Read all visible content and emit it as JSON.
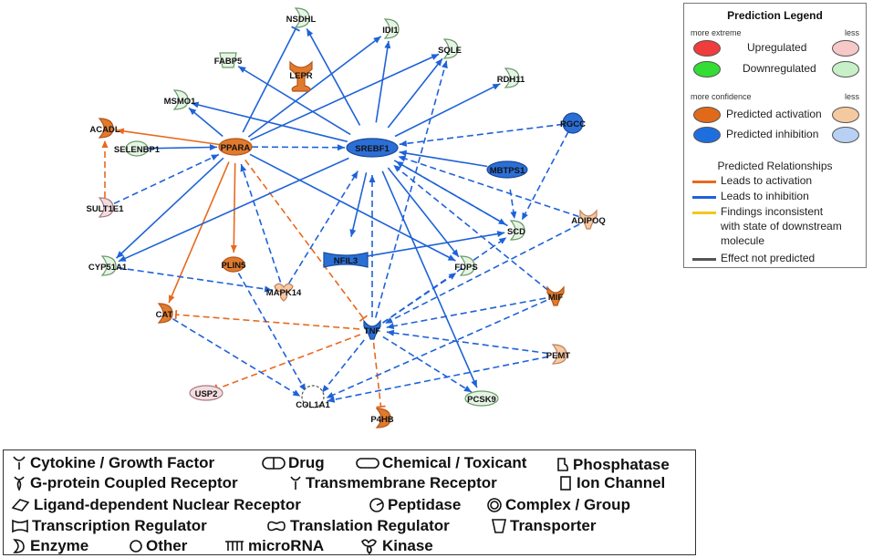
{
  "colors": {
    "activation": "#e8691e",
    "inhibition": "#1e62d8",
    "orange_fill": "#e07b2e",
    "blue_fill": "#2b6fd6",
    "green_fill": "#e6f4e6",
    "pink_fill": "#f4dde0",
    "light_orange_fill": "#f5c9a5"
  },
  "network": {
    "nodes": [
      {
        "id": "NSDHL",
        "label": "NSDHL",
        "shape": "enzyme",
        "fill": "green"
      },
      {
        "id": "IDI1",
        "label": "IDI1",
        "shape": "enzyme",
        "fill": "green"
      },
      {
        "id": "FABP5",
        "label": "FABP5",
        "shape": "transporter",
        "fill": "green"
      },
      {
        "id": "LEPR",
        "label": "LEPR",
        "shape": "receptor",
        "fill": "orange"
      },
      {
        "id": "SQLE",
        "label": "SQLE",
        "shape": "enzyme",
        "fill": "green"
      },
      {
        "id": "RDH11",
        "label": "RDH11",
        "shape": "enzyme",
        "fill": "green"
      },
      {
        "id": "MSMO1",
        "label": "MSMO1",
        "shape": "enzyme",
        "fill": "green"
      },
      {
        "id": "ACADL",
        "label": "ACADL",
        "shape": "enzyme",
        "fill": "orange"
      },
      {
        "id": "RGCC",
        "label": "RGCC",
        "shape": "other",
        "fill": "blue"
      },
      {
        "id": "PPARA",
        "label": "PPARA",
        "shape": "nuclear-receptor",
        "fill": "orange"
      },
      {
        "id": "SELENBP1",
        "label": "SELENBP1",
        "shape": "other",
        "fill": "green"
      },
      {
        "id": "SREBF1",
        "label": "SREBF1",
        "shape": "transcription-regulator",
        "fill": "blue"
      },
      {
        "id": "MBTPS1",
        "label": "MBTPS1",
        "shape": "peptidase",
        "fill": "blue"
      },
      {
        "id": "SULT1E1",
        "label": "SULT1E1",
        "shape": "enzyme",
        "fill": "pink"
      },
      {
        "id": "SCD",
        "label": "SCD",
        "shape": "enzyme",
        "fill": "green"
      },
      {
        "id": "ADIPOQ",
        "label": "ADIPOQ",
        "shape": "cytokine",
        "fill": "lightorange"
      },
      {
        "id": "CYP51A1",
        "label": "CYP51A1",
        "shape": "enzyme",
        "fill": "green"
      },
      {
        "id": "PLIN5",
        "label": "PLIN5",
        "shape": "other",
        "fill": "orange"
      },
      {
        "id": "NFIL3",
        "label": "NFIL3",
        "shape": "transcription-regulator",
        "fill": "blue"
      },
      {
        "id": "FDPS",
        "label": "FDPS",
        "shape": "enzyme",
        "fill": "green"
      },
      {
        "id": "MAPK14",
        "label": "MAPK14",
        "shape": "kinase",
        "fill": "lightorange"
      },
      {
        "id": "MIF",
        "label": "MIF",
        "shape": "cytokine",
        "fill": "orange"
      },
      {
        "id": "CAT",
        "label": "CAT",
        "shape": "enzyme",
        "fill": "orange"
      },
      {
        "id": "TNF",
        "label": "TNF",
        "shape": "cytokine",
        "fill": "blue"
      },
      {
        "id": "PEMT",
        "label": "PEMT",
        "shape": "enzyme",
        "fill": "lightorange"
      },
      {
        "id": "USP2",
        "label": "USP2",
        "shape": "peptidase",
        "fill": "pink"
      },
      {
        "id": "COL1A1",
        "label": "COL1A1",
        "shape": "other",
        "fill": "green"
      },
      {
        "id": "PCSK9",
        "label": "PCSK9",
        "shape": "peptidase",
        "fill": "green"
      },
      {
        "id": "P4HB",
        "label": "P4HB",
        "shape": "enzyme",
        "fill": "orange"
      }
    ],
    "edges": [
      {
        "from": "PPARA",
        "to": "NSDHL",
        "color": "blue",
        "dash": false,
        "head": "bar"
      },
      {
        "from": "PPARA",
        "to": "IDI1",
        "color": "blue",
        "dash": false,
        "head": "arrow"
      },
      {
        "from": "PPARA",
        "to": "SQLE",
        "color": "blue",
        "dash": false,
        "head": "arrow"
      },
      {
        "from": "PPARA",
        "to": "MSMO1",
        "color": "blue",
        "dash": false,
        "head": "arrow"
      },
      {
        "from": "PPARA",
        "to": "ACADL",
        "color": "orange",
        "dash": false,
        "head": "arrow"
      },
      {
        "from": "PPARA",
        "to": "CAT",
        "color": "orange",
        "dash": false,
        "head": "arrow"
      },
      {
        "from": "PPARA",
        "to": "PLIN5",
        "color": "orange",
        "dash": false,
        "head": "arrow"
      },
      {
        "from": "PPARA",
        "to": "CYP51A1",
        "color": "blue",
        "dash": false,
        "head": "arrow"
      },
      {
        "from": "PPARA",
        "to": "FDPS",
        "color": "blue",
        "dash": false,
        "head": "arrow"
      },
      {
        "from": "PPARA",
        "to": "SREBF1",
        "color": "blue",
        "dash": true,
        "head": "arrow"
      },
      {
        "from": "PPARA",
        "to": "TNF",
        "color": "orange",
        "dash": true,
        "head": "bar"
      },
      {
        "from": "SELENBP1",
        "to": "PPARA",
        "color": "blue",
        "dash": false,
        "head": "arrow"
      },
      {
        "from": "SULT1E1",
        "to": "PPARA",
        "color": "blue",
        "dash": true,
        "head": "arrow"
      },
      {
        "from": "SULT1E1",
        "to": "ACADL",
        "color": "orange",
        "dash": true,
        "head": "arrow"
      },
      {
        "from": "MAPK14",
        "to": "PPARA",
        "color": "blue",
        "dash": true,
        "head": "arrow"
      },
      {
        "from": "SREBF1",
        "to": "NSDHL",
        "color": "blue",
        "dash": false,
        "head": "arrow"
      },
      {
        "from": "SREBF1",
        "to": "IDI1",
        "color": "blue",
        "dash": false,
        "head": "arrow"
      },
      {
        "from": "SREBF1",
        "to": "SQLE",
        "color": "blue",
        "dash": false,
        "head": "arrow"
      },
      {
        "from": "SREBF1",
        "to": "RDH11",
        "color": "blue",
        "dash": false,
        "head": "arrow"
      },
      {
        "from": "SREBF1",
        "to": "FABP5",
        "color": "blue",
        "dash": false,
        "head": "arrow"
      },
      {
        "from": "SREBF1",
        "to": "MSMO1",
        "color": "blue",
        "dash": false,
        "head": "arrow"
      },
      {
        "from": "SREBF1",
        "to": "CYP51A1",
        "color": "blue",
        "dash": false,
        "head": "arrow"
      },
      {
        "from": "SREBF1",
        "to": "SCD",
        "color": "blue",
        "dash": false,
        "head": "arrow"
      },
      {
        "from": "SREBF1",
        "to": "FDPS",
        "color": "blue",
        "dash": false,
        "head": "arrow"
      },
      {
        "from": "SREBF1",
        "to": "PCSK9",
        "color": "blue",
        "dash": false,
        "head": "arrow"
      },
      {
        "from": "SREBF1",
        "to": "NFIL3",
        "color": "blue",
        "dash": false,
        "head": "arrow"
      },
      {
        "from": "RGCC",
        "to": "SREBF1",
        "color": "blue",
        "dash": true,
        "head": "arrow"
      },
      {
        "from": "MBTPS1",
        "to": "SREBF1",
        "color": "blue",
        "dash": false,
        "head": "arrow"
      },
      {
        "from": "SCD",
        "to": "SREBF1",
        "color": "blue",
        "dash": true,
        "head": "arrow"
      },
      {
        "from": "ADIPOQ",
        "to": "SREBF1",
        "color": "blue",
        "dash": true,
        "head": "arrow"
      },
      {
        "from": "RGCC",
        "to": "SCD",
        "color": "blue",
        "dash": true,
        "head": "arrow"
      },
      {
        "from": "MBTPS1",
        "to": "SCD",
        "color": "blue",
        "dash": true,
        "head": "arrow"
      },
      {
        "from": "MIF",
        "to": "SREBF1",
        "color": "blue",
        "dash": true,
        "head": "arrow"
      },
      {
        "from": "MAPK14",
        "to": "SREBF1",
        "color": "blue",
        "dash": true,
        "head": "arrow"
      },
      {
        "from": "TNF",
        "to": "SREBF1",
        "color": "blue",
        "dash": true,
        "head": "arrow"
      },
      {
        "from": "TNF",
        "to": "SQLE",
        "color": "blue",
        "dash": true,
        "head": "arrow"
      },
      {
        "from": "TNF",
        "to": "FDPS",
        "color": "blue",
        "dash": true,
        "head": "arrow"
      },
      {
        "from": "TNF",
        "to": "SCD",
        "color": "blue",
        "dash": true,
        "head": "arrow"
      },
      {
        "from": "TNF",
        "to": "PCSK9",
        "color": "blue",
        "dash": true,
        "head": "arrow"
      },
      {
        "from": "TNF",
        "to": "COL1A1",
        "color": "blue",
        "dash": true,
        "head": "arrow"
      },
      {
        "from": "TNF",
        "to": "USP2",
        "color": "orange",
        "dash": true,
        "head": "bar"
      },
      {
        "from": "TNF",
        "to": "P4HB",
        "color": "orange",
        "dash": true,
        "head": "bar"
      },
      {
        "from": "TNF",
        "to": "CAT",
        "color": "orange",
        "dash": true,
        "head": "bar"
      },
      {
        "from": "MIF",
        "to": "TNF",
        "color": "blue",
        "dash": true,
        "head": "arrow"
      },
      {
        "from": "PEMT",
        "to": "TNF",
        "color": "blue",
        "dash": true,
        "head": "arrow"
      },
      {
        "from": "ADIPOQ",
        "to": "TNF",
        "color": "blue",
        "dash": true,
        "head": "arrow"
      },
      {
        "from": "CYP51A1",
        "to": "MAPK14",
        "color": "blue",
        "dash": true,
        "head": "arrow"
      },
      {
        "from": "NFIL3",
        "to": "SCD",
        "color": "blue",
        "dash": false,
        "head": "arrow"
      },
      {
        "from": "CAT",
        "to": "COL1A1",
        "color": "blue",
        "dash": true,
        "head": "arrow"
      },
      {
        "from": "PLIN5",
        "to": "COL1A1",
        "color": "blue",
        "dash": true,
        "head": "arrow"
      },
      {
        "from": "PEMT",
        "to": "COL1A1",
        "color": "blue",
        "dash": true,
        "head": "arrow"
      },
      {
        "from": "MIF",
        "to": "COL1A1",
        "color": "blue",
        "dash": true,
        "head": "arrow"
      }
    ]
  },
  "prediction_legend": {
    "title": "Prediction Legend",
    "more_extreme": "more extreme",
    "less_1": "less",
    "upregulated": "Upregulated",
    "downregulated": "Downregulated",
    "more_confidence": "more confidence",
    "less_2": "less",
    "predicted_activation": "Predicted activation",
    "predicted_inhibition": "Predicted inhibition",
    "relationships_title": "Predicted Relationships",
    "leads_to_activation": "Leads to activation",
    "leads_to_inhibition": "Leads to inhibition",
    "findings_inconsistent_1": "Findings inconsistent",
    "findings_inconsistent_2": "with state of downstream",
    "findings_inconsistent_3": "molecule",
    "effect_not_predicted": "Effect not predicted",
    "colors": {
      "up_strong": "#f03c3c",
      "up_light": "#f7c8c8",
      "down_strong": "#33dd33",
      "down_light": "#c8f0c8",
      "act_strong": "#e06a1a",
      "act_light": "#f5c9a0",
      "inh_strong": "#1f6ee0",
      "inh_light": "#b8d0f3",
      "line_activation": "#e8691e",
      "line_inhibition": "#1e62d8",
      "line_inconsistent": "#f2c81a",
      "line_not_predicted": "#555555"
    }
  },
  "shape_legend": {
    "cytokine": "Cytokine / Growth Factor",
    "drug": "Drug",
    "chemical": "Chemical / Toxicant",
    "phosphatase": "Phosphatase",
    "gpcr": "G-protein Coupled Receptor",
    "transmembrane": "Transmembrane Receptor",
    "ion_channel": "Ion Channel",
    "nuclear_receptor": "Ligand-dependent Nuclear Receptor",
    "peptidase": "Peptidase",
    "complex": "Complex / Group",
    "transcription": "Transcription Regulator",
    "translation": "Translation Regulator",
    "transporter": "Transporter",
    "enzyme": "Enzyme",
    "other": "Other",
    "microrna": "microRNA",
    "kinase": "Kinase"
  }
}
